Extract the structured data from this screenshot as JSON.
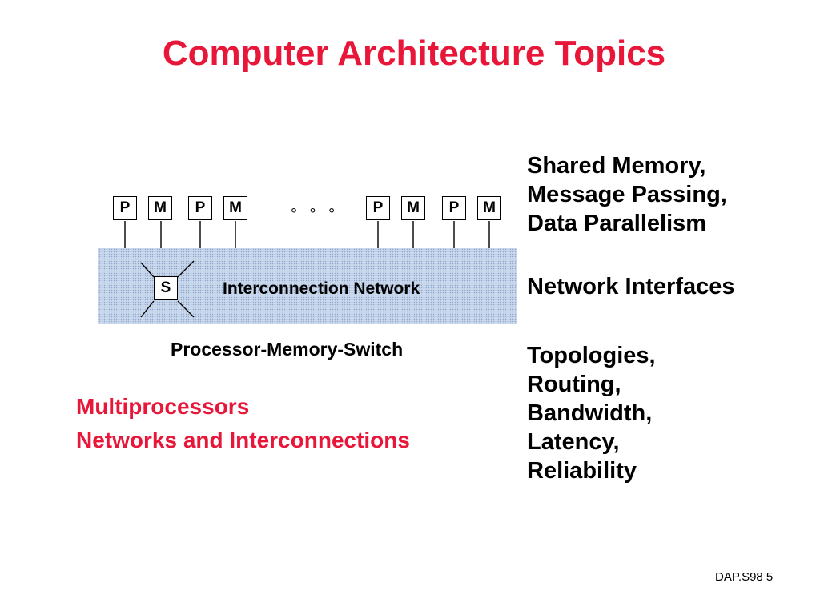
{
  "slide": {
    "title": "Computer Architecture Topics",
    "footer": "DAP.S98 5"
  },
  "diagram": {
    "left_group": [
      {
        "label": "P"
      },
      {
        "label": "M"
      },
      {
        "label": "P"
      },
      {
        "label": "M"
      }
    ],
    "right_group": [
      {
        "label": "P"
      },
      {
        "label": "M"
      },
      {
        "label": "P"
      },
      {
        "label": "M"
      }
    ],
    "ellipsis": "° ° °",
    "switch_label": "S",
    "network_label": "Interconnection Network",
    "caption": "Processor-Memory-Switch"
  },
  "topics": {
    "line1": "Multiprocessors",
    "line2": "Networks and Interconnections"
  },
  "right_column": {
    "group1": [
      "Shared Memory,",
      "Message Passing,",
      "Data Parallelism"
    ],
    "group2": [
      "Network Interfaces"
    ],
    "group3": [
      "Topologies,",
      "Routing,",
      "Bandwidth,",
      "Latency,",
      "Reliability"
    ]
  },
  "colors": {
    "accent": "#e8173a",
    "network_fill": "#c9d8ec"
  }
}
